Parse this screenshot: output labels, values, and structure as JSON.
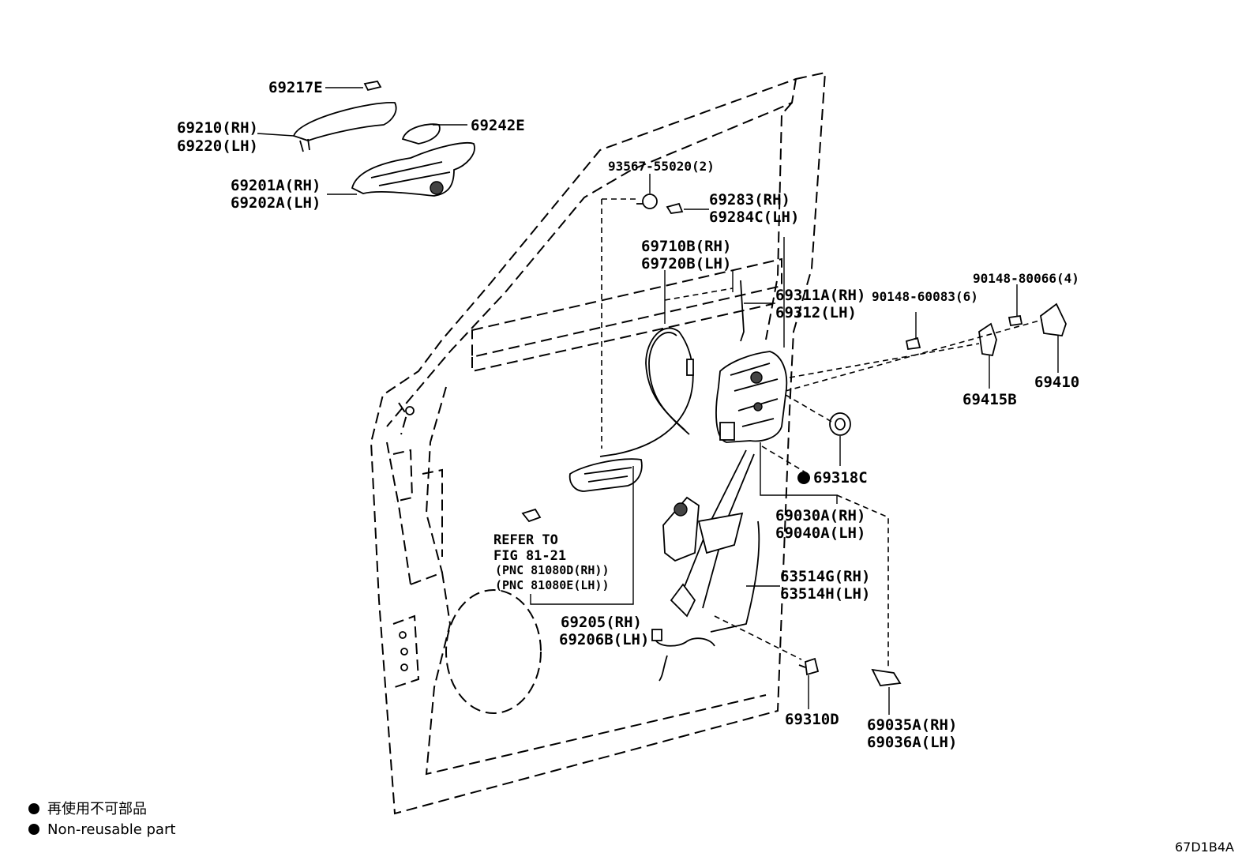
{
  "diagram": {
    "figure_code": "67D1B4A",
    "legend": {
      "jp": "再使用不可部品",
      "en": "Non-reusable part"
    },
    "labels": {
      "p69217E": "69217E",
      "p69210": "69210(RH)",
      "p69220": "69220(LH)",
      "p69242E": "69242E",
      "p69201A": "69201A(RH)",
      "p69202A": "69202A(LH)",
      "p93567": "93567-55020(2)",
      "p69283": "69283(RH)",
      "p69284C": "69284C(LH)",
      "p69710B": "69710B(RH)",
      "p69720B": "69720B(LH)",
      "p69311A": "69311A(RH)",
      "p69312": "69312(LH)",
      "p90148_60083": "90148-60083(6)",
      "p90148_80066": "90148-80066(4)",
      "p69410": "69410",
      "p69415B": "69415B",
      "p69318C": "69318C",
      "p69030A": "69030A(RH)",
      "p69040A": "69040A(LH)",
      "p63514G": "63514G(RH)",
      "p63514H": "63514H(LH)",
      "p69205": "69205(RH)",
      "p69206B": "69206B(LH)",
      "p69310D": "69310D",
      "p69035A": "69035A(RH)",
      "p69036A": "69036A(LH)",
      "refer_line1": "REFER TO",
      "refer_line2": "FIG 81-21",
      "refer_line3": "(PNC 81080D(RH))",
      "refer_line4": "(PNC 81080E(LH))"
    }
  }
}
